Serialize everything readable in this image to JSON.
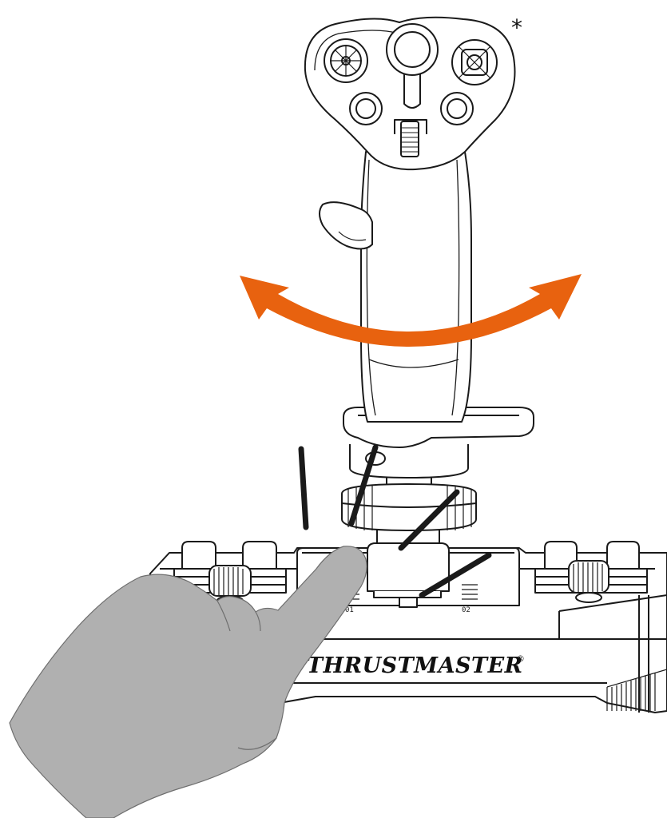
{
  "asterisk": "*",
  "brand": {
    "name": "THRUSTMASTER",
    "trademark": "®"
  },
  "base_labels": {
    "left": "01",
    "right": "02"
  },
  "colors": {
    "arrow": "#e8620f",
    "hand": "#b0b0b0",
    "outline": "#1a1a1a",
    "motion_lines": "#1a1a1a"
  },
  "icons": {
    "arrow": "curved-double-arrow-icon",
    "hand": "pointing-hand-icon",
    "motion": "motion-lines-icon"
  }
}
